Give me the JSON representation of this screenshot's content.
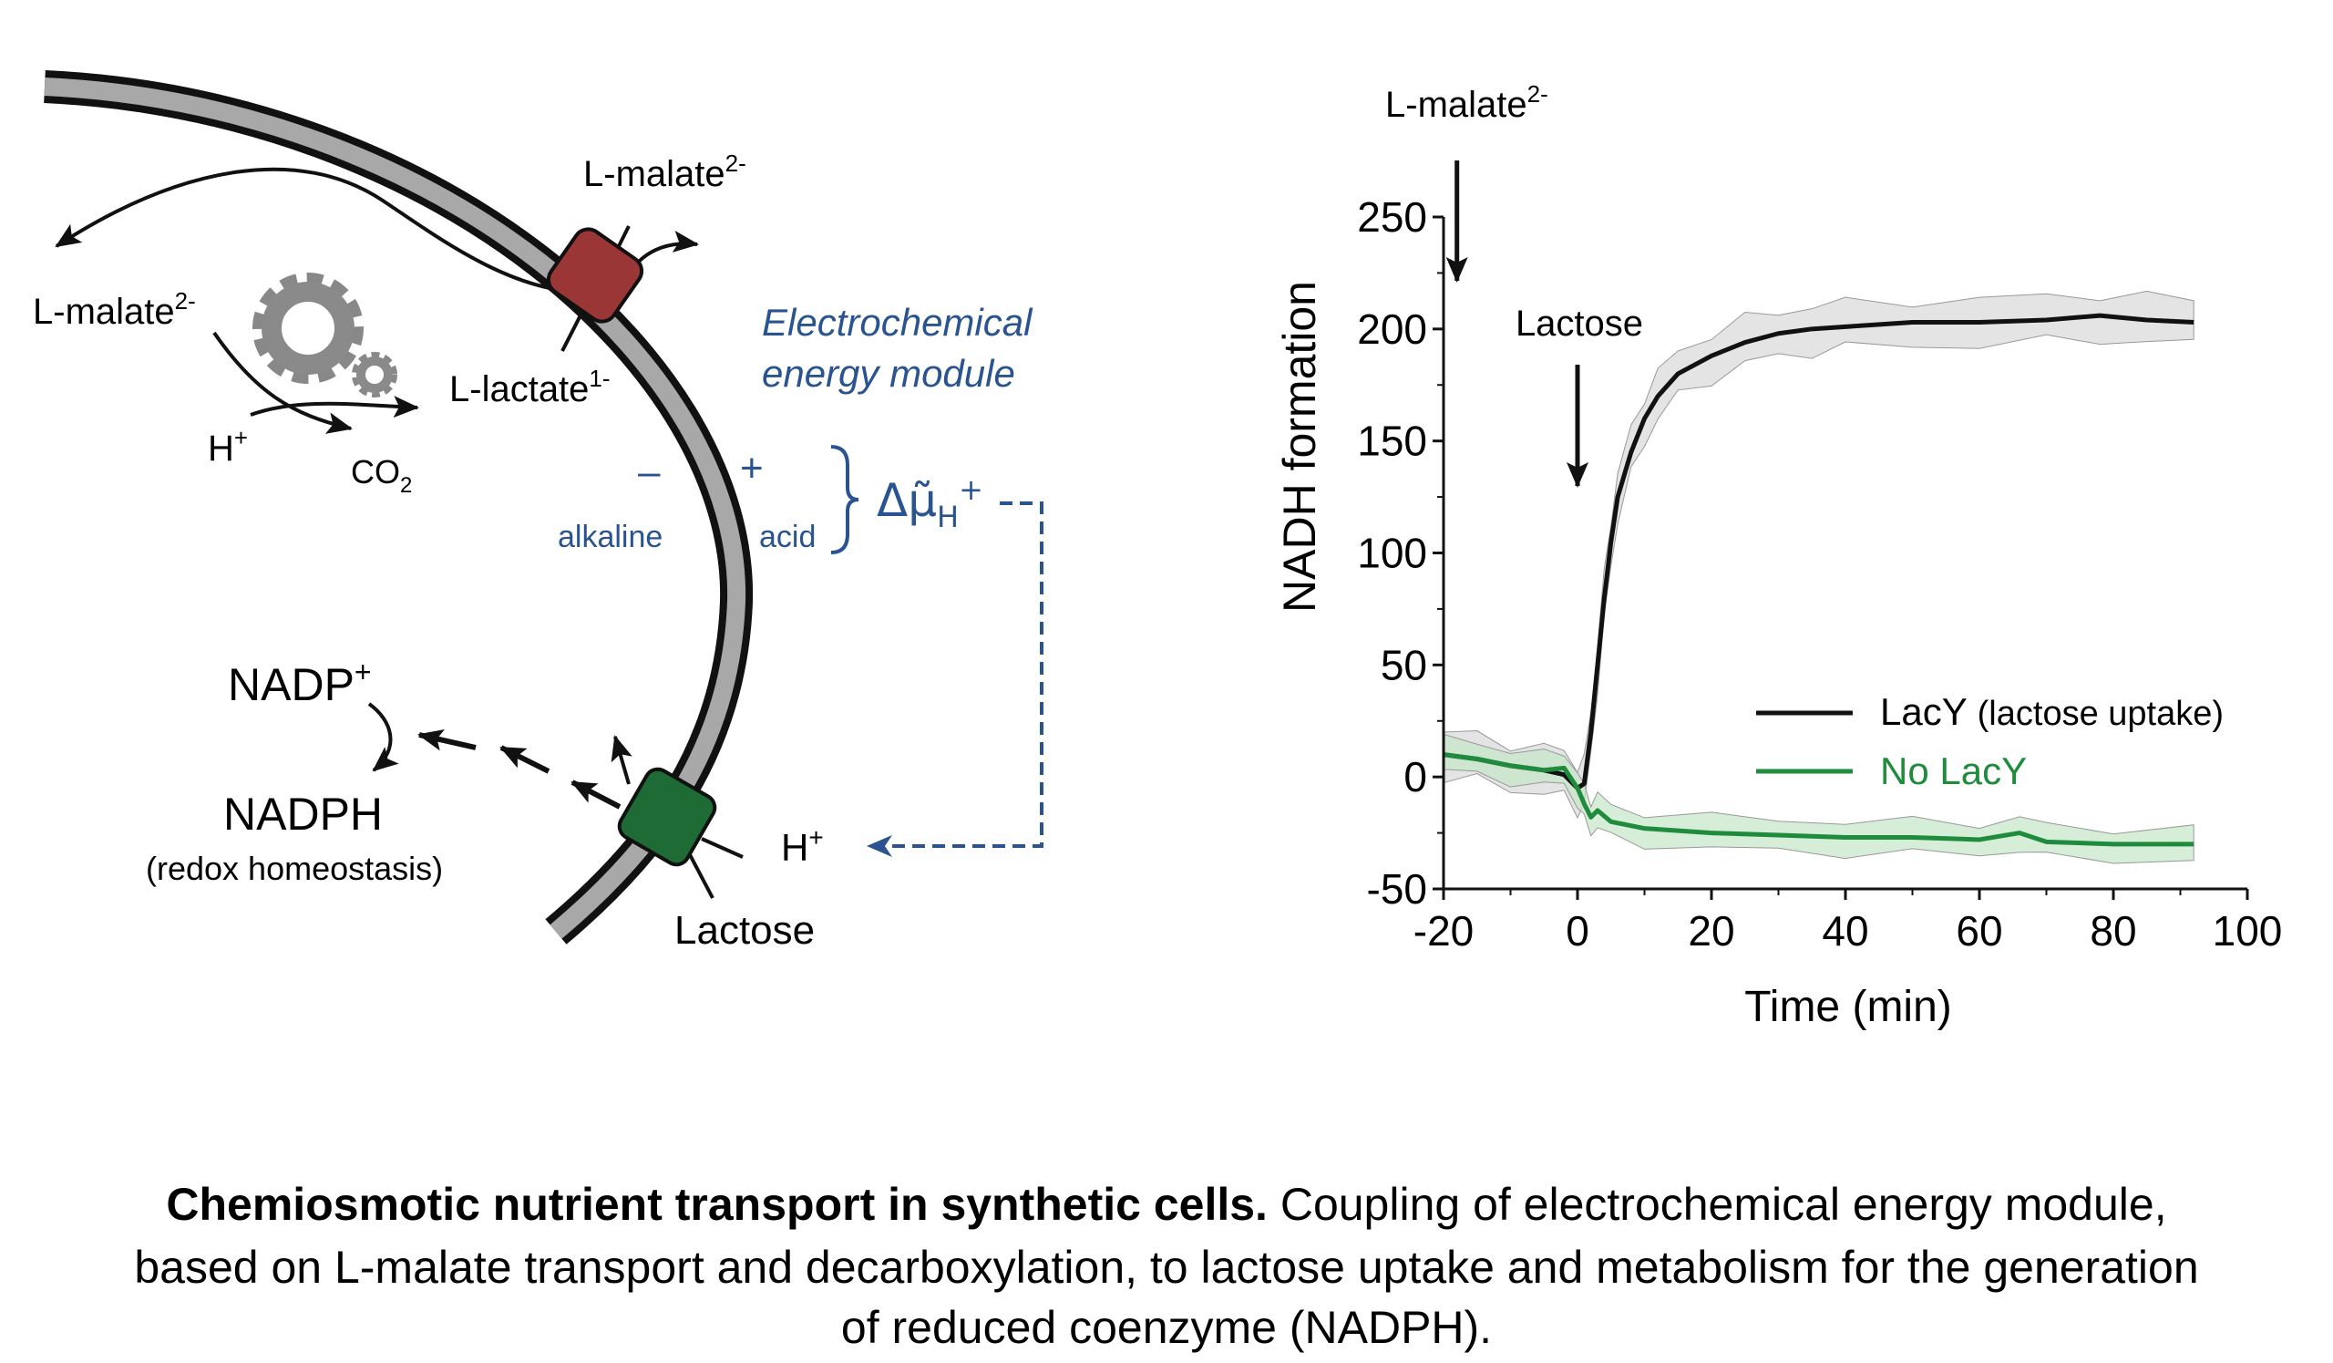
{
  "diagram": {
    "malate_out": "L-malate",
    "malate_out_charge": "2-",
    "malate_in": "L-malate",
    "malate_in_charge": "2-",
    "lactate": "L-lactate",
    "lactate_charge": "1-",
    "proton_in": "H",
    "proton_in_charge": "+",
    "co2": "CO",
    "co2_sub": "2",
    "module_line1": "Electrochemical",
    "module_line2": "energy module",
    "minus": "–",
    "plus": "+",
    "alkaline": "alkaline",
    "acid": "acid",
    "pmf": "Δμ̃",
    "pmf_sub": "H",
    "pmf_sup": "+",
    "nadp": "NADP",
    "nadp_sup": "+",
    "nadph": "NADPH",
    "redox": "(redox homeostasis)",
    "proton_out": "H",
    "proton_out_charge": "+",
    "lactose": "Lactose",
    "colors": {
      "malate_transporter": "#9b3636",
      "lacy": "#1e6b35",
      "module_text": "#2a5490",
      "membrane": "#a8a8a8"
    }
  },
  "chart_data": {
    "type": "line",
    "xlabel": "Time (min)",
    "ylabel": "NADH formation",
    "xlim": [
      -20,
      100
    ],
    "ylim": [
      -50,
      250
    ],
    "xticks": [
      "-20",
      "0",
      "20",
      "40",
      "60",
      "80",
      "100"
    ],
    "yticks": [
      "250",
      "200",
      "150",
      "100",
      "50",
      "0",
      "-50"
    ],
    "annotations": [
      {
        "label": "L-malate",
        "sup": "2-",
        "x": -18
      },
      {
        "label": "Lactose",
        "x": 0
      }
    ],
    "legend_position": "bottom-right",
    "series": [
      {
        "name": "LacY",
        "name_note": "(lactose uptake)",
        "color": "#111111",
        "band_color": "#d9d9d9",
        "x": [
          -20,
          -15,
          -10,
          -5,
          -2,
          0,
          1,
          2,
          3,
          4,
          5,
          6,
          8,
          10,
          12,
          15,
          20,
          25,
          30,
          35,
          40,
          50,
          60,
          70,
          78,
          85,
          92
        ],
        "y": [
          10,
          8,
          5,
          3,
          1,
          -5,
          -3,
          20,
          50,
          80,
          105,
          125,
          145,
          160,
          170,
          180,
          188,
          194,
          198,
          200,
          201,
          203,
          203,
          204,
          206,
          204,
          203
        ],
        "err": 10
      },
      {
        "name": "No LacY",
        "name_note": "",
        "color": "#1e8c3c",
        "band_color": "#c5e6c8",
        "x": [
          -20,
          -15,
          -10,
          -5,
          -2,
          0,
          1,
          2,
          3,
          5,
          10,
          20,
          30,
          40,
          50,
          60,
          66,
          70,
          80,
          92
        ],
        "y": [
          10,
          8,
          5,
          3,
          4,
          -5,
          -12,
          -18,
          -15,
          -20,
          -23,
          -25,
          -26,
          -27,
          -27,
          -28,
          -25,
          -29,
          -30,
          -30
        ],
        "err": 7
      }
    ]
  },
  "caption": {
    "bold": "Chemiosmotic nutrient transport in synthetic cells.",
    "line1_rest": " Coupling of electrochemical energy module,",
    "line2": "based on L-malate transport and decarboxylation, to lactose uptake and metabolism for the generation",
    "line3": "of reduced coenzyme (NADPH)."
  }
}
